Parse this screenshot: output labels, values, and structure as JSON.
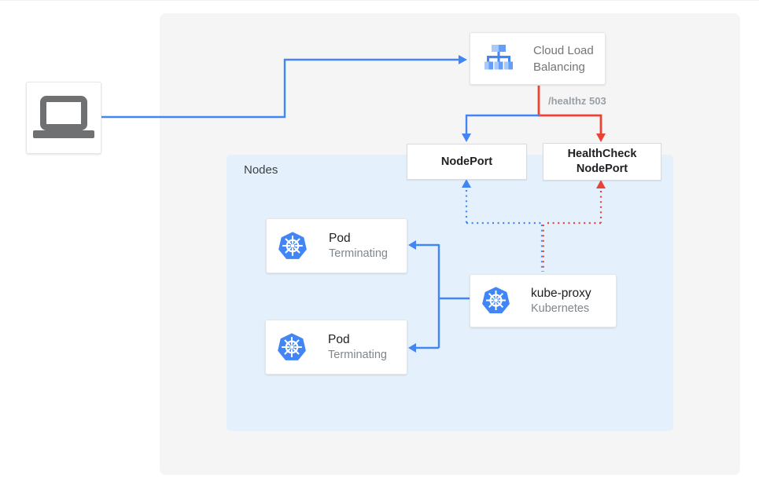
{
  "colors": {
    "flow_blue": "#4285F4",
    "flow_red": "#EA4335",
    "panel_bg": "#F5F5F6",
    "nodes_bg": "#E4F0FB",
    "icon_blue_light": "#A6C8FA",
    "icon_blue_mid": "#669DF6",
    "icon_gray": "#6E7072"
  },
  "client": {
    "icon": "laptop-icon"
  },
  "load_balancer": {
    "icon": "load-balancer-icon",
    "title_line1": "Cloud Load",
    "title_line2": "Balancing"
  },
  "edge_labels": {
    "healthz": "/healthz 503"
  },
  "nodes": {
    "label": "Nodes"
  },
  "nodeport": {
    "label": "NodePort"
  },
  "healthcheck_nodeport": {
    "line1": "HealthCheck",
    "line2": "NodePort"
  },
  "pods": [
    {
      "icon": "kubernetes-icon",
      "title": "Pod",
      "status": "Terminating"
    },
    {
      "icon": "kubernetes-icon",
      "title": "Pod",
      "status": "Terminating"
    }
  ],
  "kube_proxy": {
    "icon": "kubernetes-icon",
    "title": "kube-proxy",
    "subtitle": "Kubernetes"
  }
}
